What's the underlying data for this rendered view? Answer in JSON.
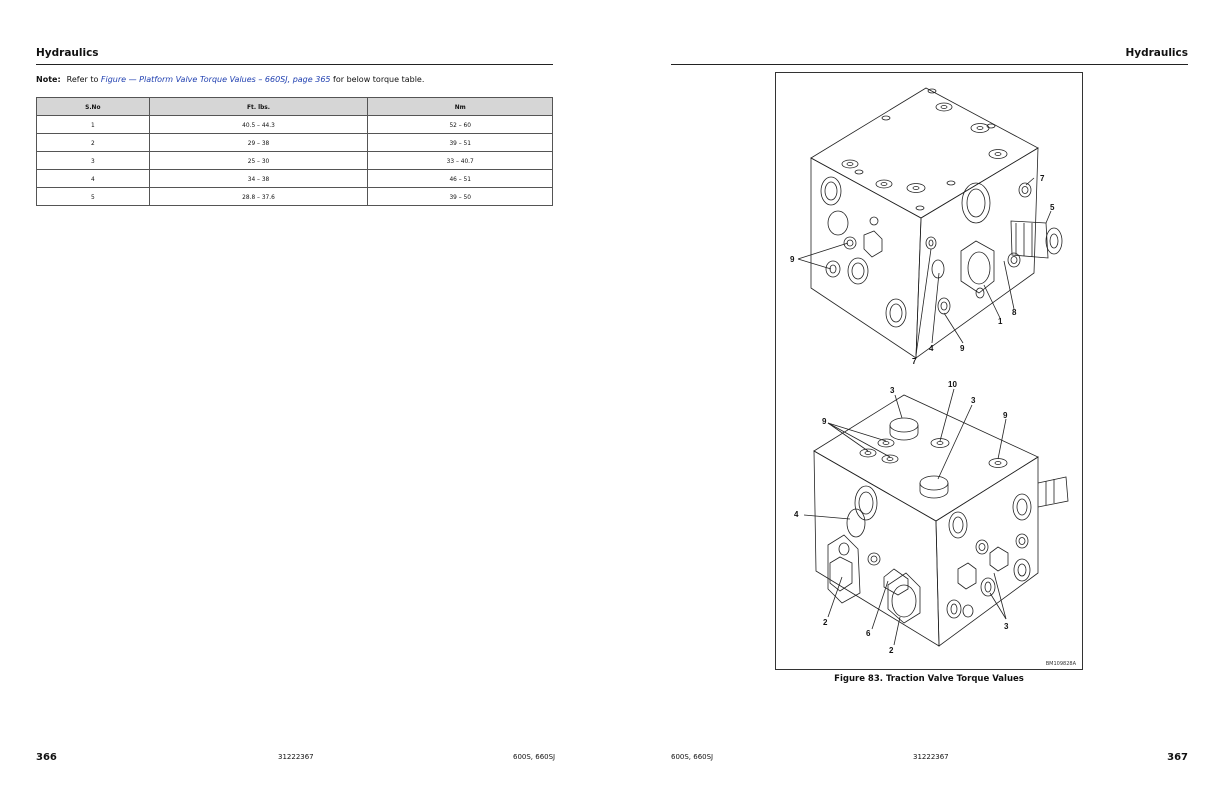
{
  "left_page": {
    "section_title": "Hydraulics",
    "note": {
      "label": "Note:",
      "prefix": "Refer to ",
      "link_text": "Figure — Platform Valve Torque Values – 660SJ, page 365",
      "suffix": " for below torque table."
    },
    "table": {
      "headers": [
        "S.No",
        "Ft. lbs.",
        "Nm"
      ],
      "rows": [
        [
          "1",
          "40.5 – 44.3",
          "52 – 60"
        ],
        [
          "2",
          "29 – 38",
          "39 – 51"
        ],
        [
          "3",
          "25 – 30",
          "33 – 40.7"
        ],
        [
          "4",
          "34 – 38",
          "46 – 51"
        ],
        [
          "5",
          "28.8 – 37.6",
          "39 – 50"
        ]
      ]
    },
    "footer": {
      "page_number": "366",
      "doc_number": "31222367",
      "models": "600S, 660SJ"
    }
  },
  "right_page": {
    "section_title": "Hydraulics",
    "figure": {
      "caption": "Figure 83. Traction Valve Torque Values",
      "code": "BM109828A",
      "top_callouts": [
        "7",
        "5",
        "9",
        "8",
        "1",
        "4",
        "9",
        "7"
      ],
      "bottom_callouts": [
        "10",
        "3",
        "3",
        "9",
        "9",
        "4",
        "2",
        "6",
        "2",
        "3"
      ]
    },
    "footer": {
      "page_number": "367",
      "doc_number": "31222367",
      "models": "600S, 660SJ"
    }
  }
}
